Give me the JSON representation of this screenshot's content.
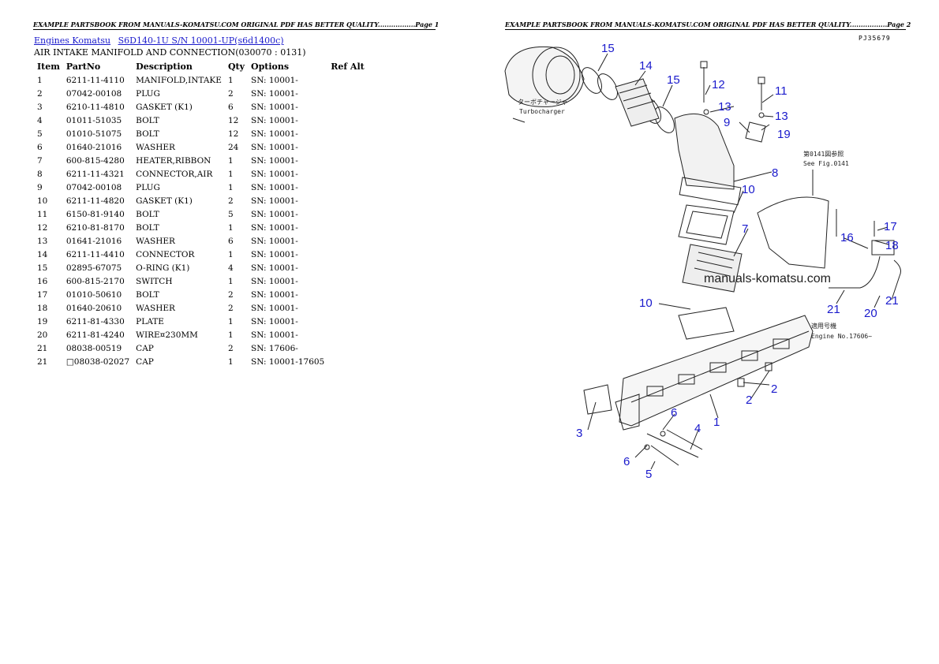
{
  "headers": {
    "page1": "EXAMPLE PARTSBOOK FROM MANUALS-KOMATSU.COM ORIGINAL PDF HAS BETTER QUALITY.................Page 1",
    "page2": "EXAMPLE PARTSBOOK FROM MANUALS-KOMATSU.COM ORIGINAL PDF HAS BETTER QUALITY.................Page 2"
  },
  "breadcrumb": {
    "link1": "Engines Komatsu",
    "link2": "S6D140-1U S/N 10001-UP(s6d1400c)"
  },
  "section_title": "AIR INTAKE MANIFOLD AND CONNECTION(030070 : 0131)",
  "table": {
    "headers": {
      "item": "Item",
      "partno": "PartNo",
      "description": "Description",
      "qty": "Qty",
      "options": "Options",
      "refalt": "Ref Alt"
    },
    "rows": [
      {
        "item": "1",
        "partno": "6211-11-4110",
        "desc": "MANIFOLD,INTAKE",
        "qty": "1",
        "opt": "SN: 10001-"
      },
      {
        "item": "2",
        "partno": "07042-00108",
        "desc": "PLUG",
        "qty": "2",
        "opt": "SN: 10001-"
      },
      {
        "item": "3",
        "partno": "6210-11-4810",
        "desc": "GASKET (K1)",
        "qty": "6",
        "opt": "SN: 10001-"
      },
      {
        "item": "4",
        "partno": "01011-51035",
        "desc": "BOLT",
        "qty": "12",
        "opt": "SN: 10001-"
      },
      {
        "item": "5",
        "partno": "01010-51075",
        "desc": "BOLT",
        "qty": "12",
        "opt": "SN: 10001-"
      },
      {
        "item": "6",
        "partno": "01640-21016",
        "desc": "WASHER",
        "qty": "24",
        "opt": "SN: 10001-"
      },
      {
        "item": "7",
        "partno": "600-815-4280",
        "desc": "HEATER,RIBBON",
        "qty": "1",
        "opt": "SN: 10001-"
      },
      {
        "item": "8",
        "partno": "6211-11-4321",
        "desc": "CONNECTOR,AIR",
        "qty": "1",
        "opt": "SN: 10001-"
      },
      {
        "item": "9",
        "partno": "07042-00108",
        "desc": "PLUG",
        "qty": "1",
        "opt": "SN: 10001-"
      },
      {
        "item": "10",
        "partno": "6211-11-4820",
        "desc": "GASKET (K1)",
        "qty": "2",
        "opt": "SN: 10001-"
      },
      {
        "item": "11",
        "partno": "6150-81-9140",
        "desc": "BOLT",
        "qty": "5",
        "opt": "SN: 10001-"
      },
      {
        "item": "12",
        "partno": "6210-81-8170",
        "desc": "BOLT",
        "qty": "1",
        "opt": "SN: 10001-"
      },
      {
        "item": "13",
        "partno": "01641-21016",
        "desc": "WASHER",
        "qty": "6",
        "opt": "SN: 10001-"
      },
      {
        "item": "14",
        "partno": "6211-11-4410",
        "desc": "CONNECTOR",
        "qty": "1",
        "opt": "SN: 10001-"
      },
      {
        "item": "15",
        "partno": "02895-67075",
        "desc": "O-RING (K1)",
        "qty": "4",
        "opt": "SN: 10001-"
      },
      {
        "item": "16",
        "partno": "600-815-2170",
        "desc": "SWITCH",
        "qty": "1",
        "opt": "SN: 10001-"
      },
      {
        "item": "17",
        "partno": "01010-50610",
        "desc": "BOLT",
        "qty": "2",
        "opt": "SN: 10001-"
      },
      {
        "item": "18",
        "partno": "01640-20610",
        "desc": "WASHER",
        "qty": "2",
        "opt": "SN: 10001-"
      },
      {
        "item": "19",
        "partno": "6211-81-4330",
        "desc": "PLATE",
        "qty": "1",
        "opt": "SN: 10001-"
      },
      {
        "item": "20",
        "partno": "6211-81-4240",
        "desc": "WIRE¤230MM",
        "qty": "1",
        "opt": "SN: 10001-"
      },
      {
        "item": "21",
        "partno": "08038-00519",
        "desc": "CAP",
        "qty": "2",
        "opt": "SN: 17606-"
      },
      {
        "item": "21",
        "partno": "□08038-02027",
        "desc": "CAP",
        "qty": "1",
        "opt": "SN: 10001-17605"
      }
    ]
  },
  "diagram": {
    "code": "PJ35679",
    "notes": {
      "turbo_jp": "ターボチャージャ",
      "turbo_en": "Turbocharger",
      "see_jp": "第0141図参照",
      "see_en": "See Fig.0141",
      "engine_jp": "適用号機",
      "engine_en": "Engine No.17606~"
    },
    "watermark": "manuals-komatsu.com",
    "callouts": [
      "15",
      "14",
      "15",
      "12",
      "11",
      "13",
      "13",
      "9",
      "19",
      "8",
      "10",
      "7",
      "17",
      "16",
      "18",
      "10",
      "21",
      "20",
      "21",
      "2",
      "2",
      "3",
      "1",
      "4",
      "6",
      "6",
      "5"
    ]
  }
}
